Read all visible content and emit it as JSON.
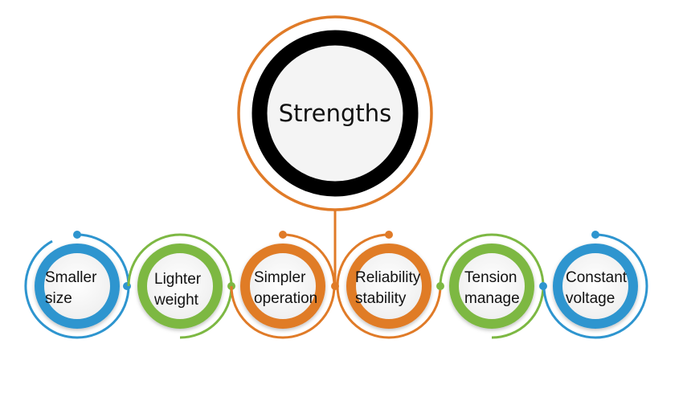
{
  "center": {
    "label": "Strengths"
  },
  "nodes": [
    {
      "line1": "Smaller",
      "line2": "size"
    },
    {
      "line1": "Lighter",
      "line2": "weight"
    },
    {
      "line1": "Simpler",
      "line2": "operation"
    },
    {
      "line1": "Reliability",
      "line2": "stability"
    },
    {
      "line1": "Tension",
      "line2": "manage"
    },
    {
      "line1": "Constant",
      "line2": "voltage"
    }
  ],
  "colors": {
    "orange": "#E07B28",
    "blue": "#2E95CF",
    "green": "#7DB843",
    "black": "#000000",
    "fill": "#F4F4F4"
  }
}
